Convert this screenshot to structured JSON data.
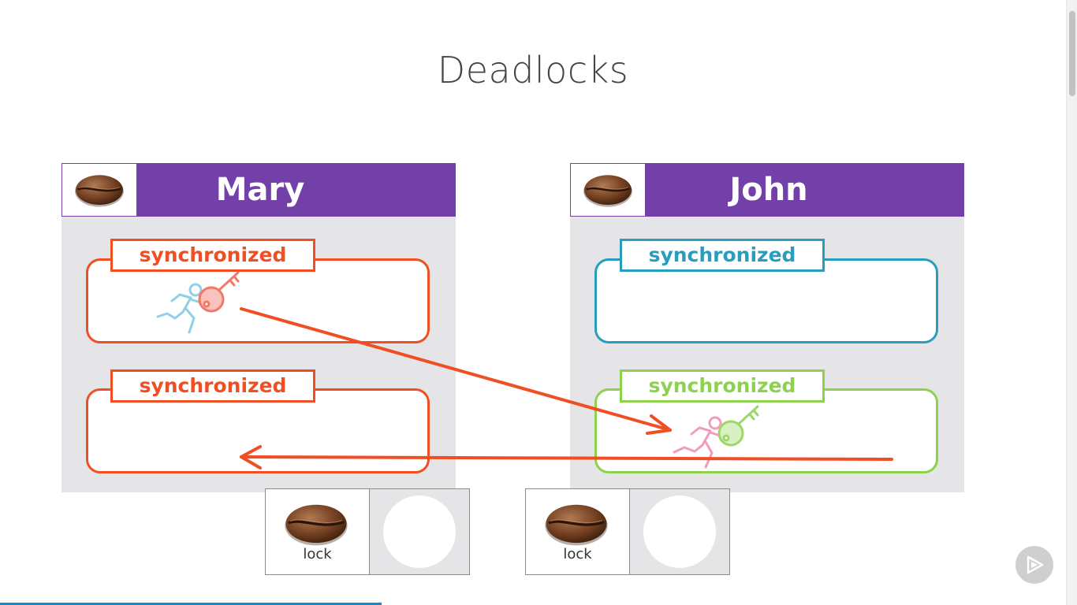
{
  "slide": {
    "title": "Deadlocks"
  },
  "threads": [
    {
      "name": "Mary",
      "header_color": "#7340aa",
      "blocks": [
        {
          "label": "synchronized",
          "color": "#f04f23",
          "has_runner": true
        },
        {
          "label": "synchronized",
          "color": "#f04f23",
          "has_runner": false
        }
      ]
    },
    {
      "name": "John",
      "header_color": "#7340aa",
      "blocks": [
        {
          "label": "synchronized",
          "color": "#2a9dbf",
          "has_runner": false
        },
        {
          "label": "synchronized",
          "color": "#8ed14e",
          "has_runner": true
        }
      ]
    }
  ],
  "locks": [
    {
      "label": "lock"
    },
    {
      "label": "lock"
    }
  ],
  "arrows": [
    {
      "from": "Mary synchronized block 1",
      "to": "John synchronized block 2",
      "color": "#f04f23"
    },
    {
      "from": "John synchronized block 2",
      "to": "Mary synchronized block 2",
      "color": "#f04f23"
    }
  ],
  "icons": {
    "coffee_bean": "coffee-bean-icon",
    "runner": "running-person-icon",
    "key": "key-icon",
    "play": "play-icon"
  },
  "colors": {
    "panel_bg": "#e5e4e6",
    "header": "#7340aa",
    "orange": "#f04f23",
    "blue": "#2a9dbf",
    "green": "#8ed14e",
    "progress": "#1b87c9"
  }
}
